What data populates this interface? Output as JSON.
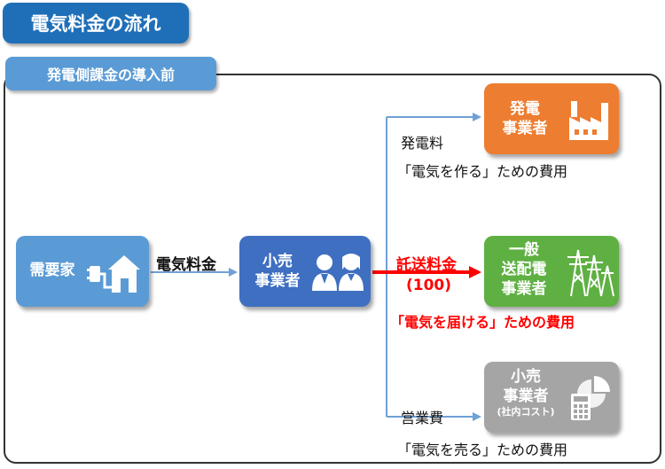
{
  "title": "電気料金の流れ",
  "section": "発電側課金の導入前",
  "boxes": {
    "customer": "需要家",
    "retailer": [
      "小売",
      "事業者"
    ],
    "generator": [
      "発電",
      "事業者"
    ],
    "grid": [
      "一般",
      "送配電",
      "事業者"
    ],
    "retail_cost": [
      "小売",
      "事業者",
      "(社内コスト)"
    ]
  },
  "labels": {
    "electricity_fee": "電気料金",
    "generation_fee": "発電料",
    "generation_note": "「電気を作る」ための費用",
    "wheeling_fee": "託送料金",
    "wheeling_value": "(100)",
    "wheeling_note": "「電気を届ける」ための費用",
    "sales_fee": "営業費",
    "sales_note": "「電気を売る」ための費用"
  },
  "colors": {
    "title": "#1f6fb8",
    "section": "#5b9bd5",
    "customer": "#5b9bd5",
    "retailer": "#3e6fc1",
    "generator": "#ed7d31",
    "grid": "#5fb043",
    "retail_cost": "#a5a5a5",
    "connector": "#6fa0d6",
    "highlight": "#ff0000"
  },
  "icons": [
    "plug-house-icon",
    "two-people-icon",
    "factory-icon",
    "power-tower-icon",
    "calculator-pie-icon"
  ]
}
